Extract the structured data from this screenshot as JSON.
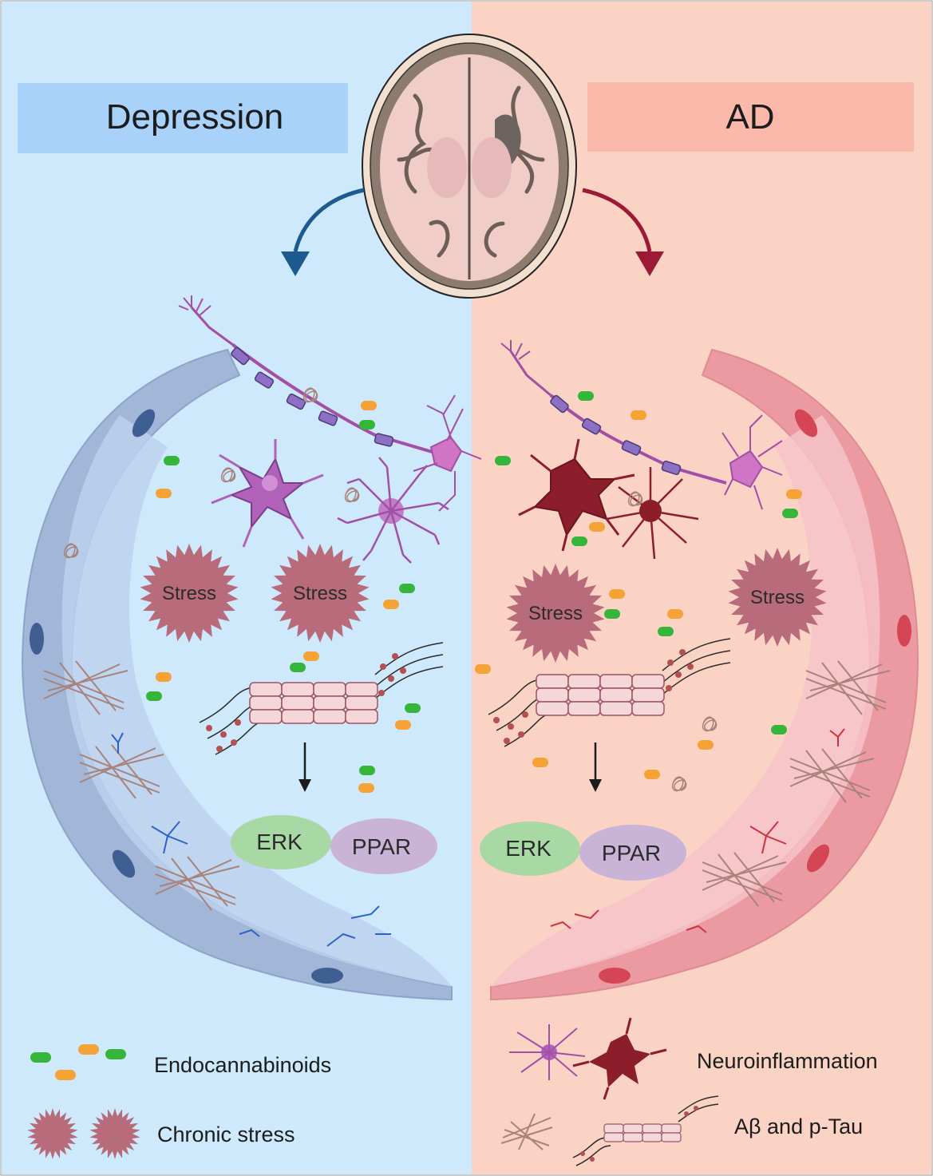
{
  "panels": {
    "left_title": "Depression",
    "right_title": "AD",
    "left_color": "#cde9fb",
    "right_color": "#fbd3c5",
    "left_title_bg": "#a9d2fa",
    "right_title_bg": "#fbb9ab"
  },
  "stress_labels": [
    "Stress",
    "Stress",
    "Stress",
    "Stress"
  ],
  "pathway": {
    "left_erk": "ERK",
    "left_ppar": "PPAR",
    "right_erk": "ERK",
    "right_ppar": "PPAR"
  },
  "legend": {
    "endocannabinoids": "Endocannabinoids",
    "chronic_stress": "Chronic stress",
    "neuroinflammation": "Neuroinflammation",
    "abeta_ptau": "Aβ and p-Tau"
  },
  "colors": {
    "stress": "#b86b7a",
    "erk": "#a8d8a4",
    "ppar": "#c9b3d6",
    "ecb_green": "#35b63b",
    "ecb_orange": "#f5a236",
    "vessel_blue": "#9fb3d6",
    "vessel_red": "#ec9aa2",
    "blue_arrow": "#1d5a8f",
    "red_arrow": "#9c1a36",
    "astrocyte": "#a24fa6",
    "microglia": "#7a1a26"
  }
}
